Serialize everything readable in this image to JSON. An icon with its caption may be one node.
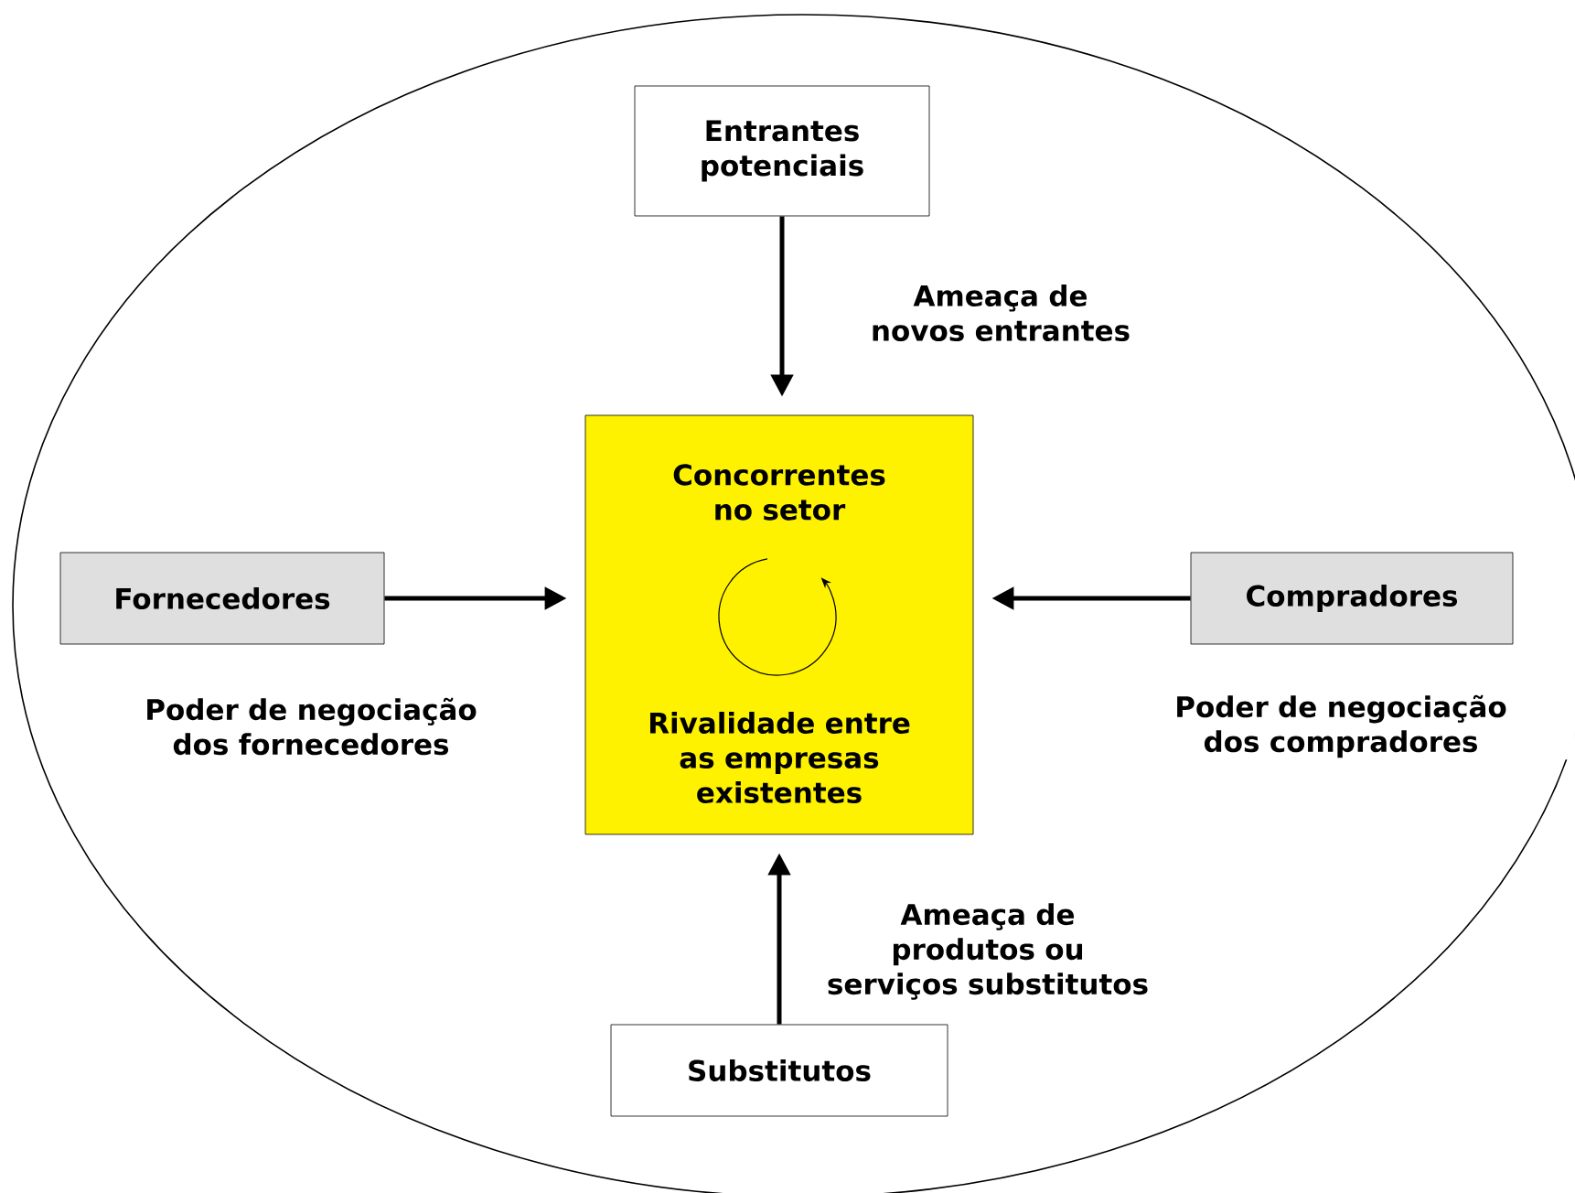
{
  "diagram": {
    "nodes": [
      {
        "text": [
          "Entrantes potenciais"
        ]
      },
      {
        "text": [
          "Concorrentes no setor",
          "Rivalidade entre as empresas existentes"
        ]
      },
      {
        "text": [
          "Fornecedores"
        ]
      },
      {
        "text": [
          "Compradores"
        ]
      },
      {
        "text": [
          "Substitutos"
        ]
      }
    ],
    "edges": [
      {
        "from": 0,
        "to": 1,
        "arrow": "to",
        "label": "Ameaça de novos entrantes"
      },
      {
        "from": 2,
        "to": 1,
        "arrow": "to",
        "label": "Poder de negociação dos fornecedores"
      },
      {
        "from": 3,
        "to": 1,
        "arrow": "to",
        "label": "Poder de negociação dos compradores"
      },
      {
        "from": 4,
        "to": 1,
        "arrow": "to",
        "label": "Ameaça de produtos ou serviços substitutos"
      }
    ]
  }
}
